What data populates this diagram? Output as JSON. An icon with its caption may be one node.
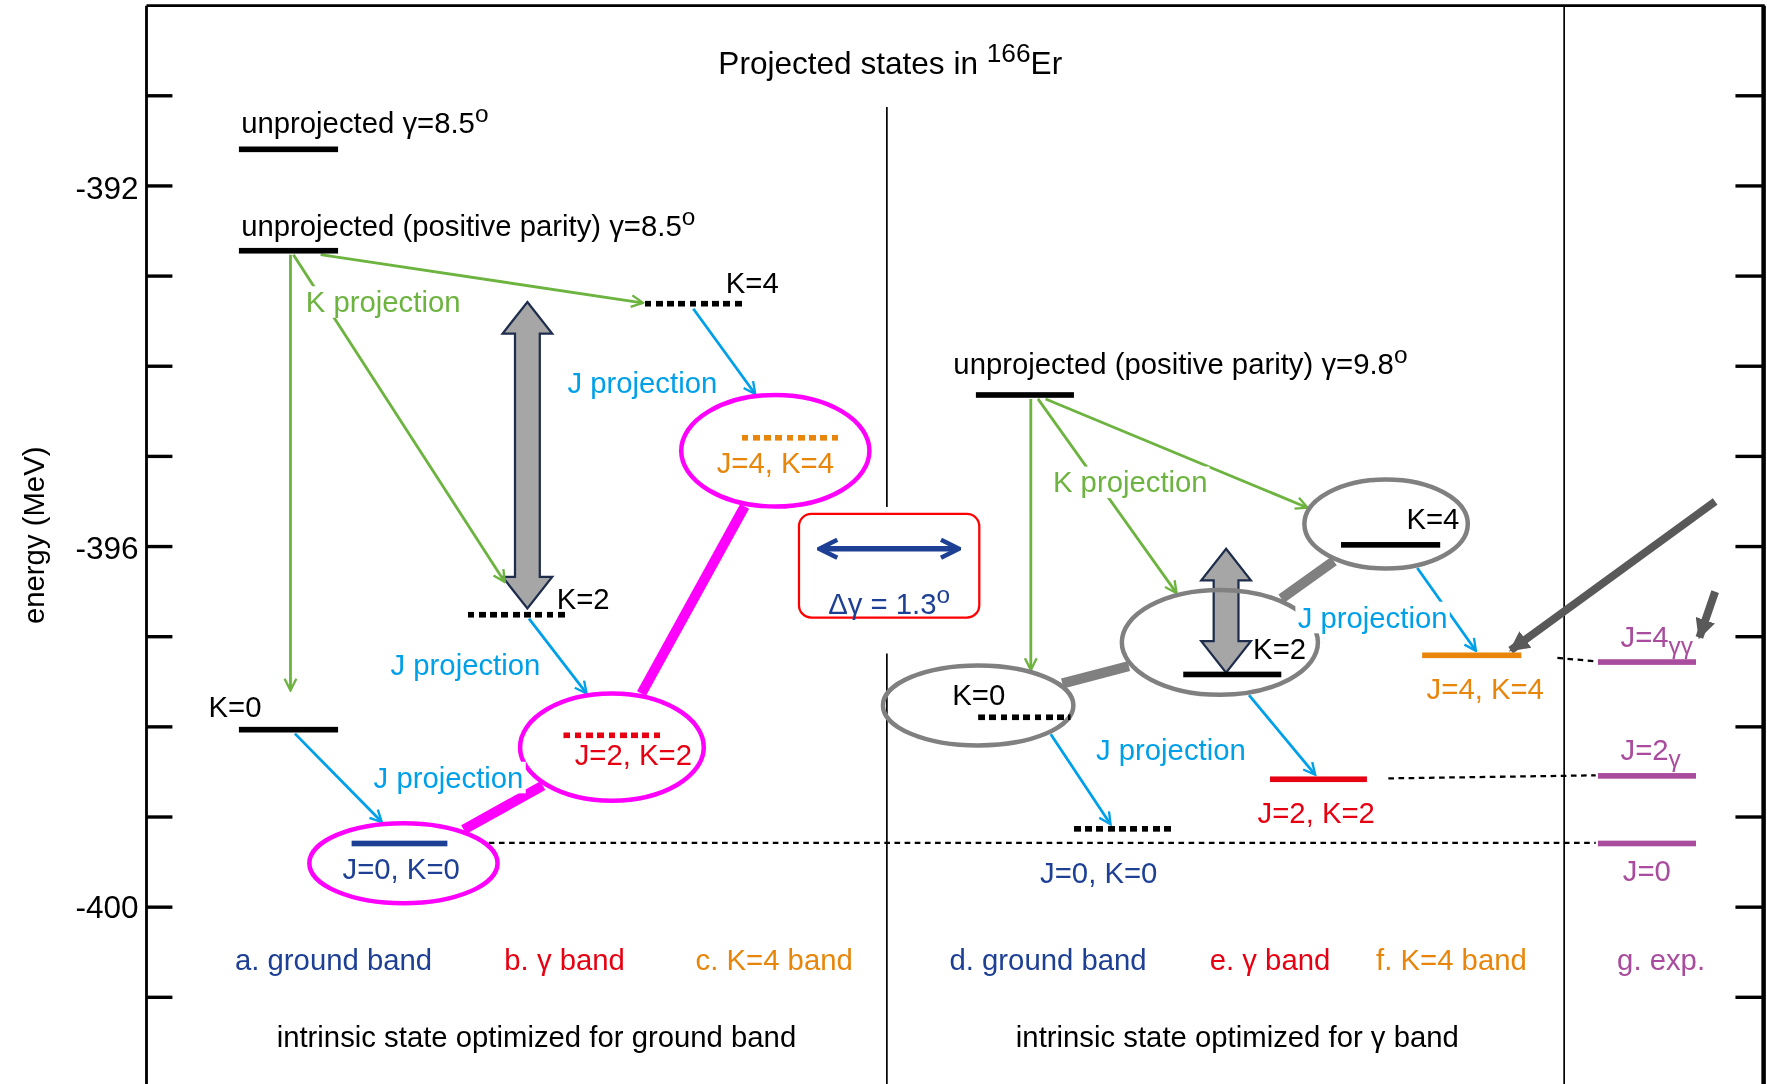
{
  "diagram": {
    "title": "Projected states in $^{166}$Er",
    "nodes": [
      {
        "text": [
          "unprojected γ=8.5$^{o}$"
        ]
      },
      {
        "text": [
          "unprojected (positive parity) γ=8.5$^{o}$"
        ]
      },
      {
        "text": [
          "K=4"
        ]
      },
      {
        "text": [
          "J=4, K=4"
        ]
      },
      {
        "text": [
          "K=2"
        ]
      },
      {
        "text": [
          "J=2, K=2"
        ]
      },
      {
        "text": [
          "K=0"
        ]
      },
      {
        "text": [
          "J=0, K=0"
        ]
      },
      {
        "text": [
          "unprojected (positive parity) γ=9.8$^{o}$"
        ]
      },
      {
        "text": [
          "K=0"
        ]
      },
      {
        "text": [
          "J=0, K=0"
        ]
      },
      {
        "text": [
          "K=2"
        ]
      },
      {
        "text": [
          "J=2, K=2"
        ]
      },
      {
        "text": [
          "K=4"
        ]
      },
      {
        "text": [
          "J=4, K=4"
        ]
      },
      {
        "text": [
          "J=4$_{γγ}$"
        ]
      },
      {
        "text": [
          "J=2$_{γ}$"
        ]
      },
      {
        "text": [
          "J=0"
        ]
      },
      {
        "text": [
          "Δγ = 1.3$^{o}$"
        ]
      }
    ],
    "edges": [
      {
        "from": 1,
        "to": 6,
        "arrow": "to",
        "label": "K projection",
        "color": "#6cb33f"
      },
      {
        "from": 1,
        "to": 4,
        "arrow": "to",
        "color": "#6cb33f"
      },
      {
        "from": 1,
        "to": 2,
        "arrow": "to",
        "color": "#6cb33f"
      },
      {
        "from": 2,
        "to": 3,
        "arrow": "to",
        "label": "J projection",
        "color": "#00a0e9"
      },
      {
        "from": 4,
        "to": 5,
        "arrow": "to",
        "label": "J projection",
        "color": "#00a0e9"
      },
      {
        "from": 6,
        "to": 7,
        "arrow": "to",
        "label": "J projection",
        "color": "#00a0e9"
      },
      {
        "from": 7,
        "to": 5,
        "arrow": "none",
        "style": "thick",
        "color": "#ff00ff"
      },
      {
        "from": 5,
        "to": 3,
        "arrow": "none",
        "style": "thick",
        "color": "#ff00ff"
      },
      {
        "from": 8,
        "to": 9,
        "arrow": "to",
        "label": "K projection",
        "color": "#6cb33f"
      },
      {
        "from": 8,
        "to": 11,
        "arrow": "to",
        "color": "#6cb33f"
      },
      {
        "from": 8,
        "to": 13,
        "arrow": "to",
        "color": "#6cb33f"
      },
      {
        "from": 9,
        "to": 10,
        "arrow": "to",
        "label": "J projection",
        "color": "#00a0e9"
      },
      {
        "from": 11,
        "to": 12,
        "arrow": "to",
        "color": "#00a0e9"
      },
      {
        "from": 13,
        "to": 14,
        "arrow": "to",
        "label": "J projection",
        "color": "#00a0e9"
      },
      {
        "from": 9,
        "to": 11,
        "arrow": "none",
        "style": "thick",
        "color": "#808080"
      },
      {
        "from": 11,
        "to": 13,
        "arrow": "none",
        "style": "thick",
        "color": "#808080"
      },
      {
        "from": 7,
        "to": 17,
        "arrow": "none",
        "style": "dashed",
        "color": "#000000"
      },
      {
        "from": 12,
        "to": 16,
        "arrow": "none",
        "style": "dashed",
        "color": "#000000"
      },
      {
        "from": 14,
        "to": 15,
        "arrow": "none",
        "style": "dashed",
        "color": "#000000"
      },
      {
        "from": null,
        "to": 14,
        "arrow": "to",
        "style": "thick",
        "color": "#595959"
      },
      {
        "from": null,
        "to": 15,
        "arrow": "to",
        "style": "thick",
        "color": "#595959"
      }
    ],
    "labels": [
      "energy (MeV)",
      "-392",
      "-396",
      "-400",
      "a. ground band",
      "b. γ band",
      "c. K=4 band",
      "d. ground band",
      "e. γ band",
      "f. K=4 band",
      "g. exp.",
      "intrinsic state optimized for ground band",
      "intrinsic state optimized for γ band"
    ]
  }
}
